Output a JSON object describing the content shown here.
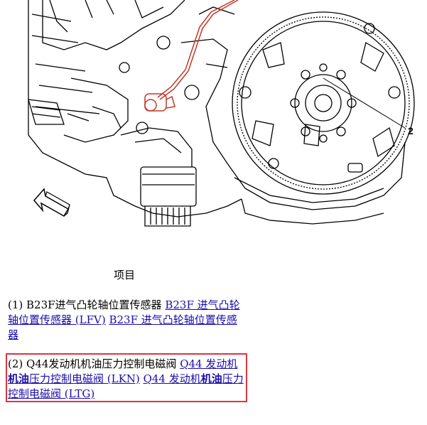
{
  "figure": {
    "callout_number": "2",
    "accent_color": "#c0392b"
  },
  "table": {
    "header": "项目",
    "items": [
      {
        "number": "(1)",
        "text": "B23F进气凸轮轴位置传感器",
        "links": [
          "B23F 进气凸轮轴位置传感器 (LFV)",
          "B23F 进气凸轮轴位置传感器"
        ]
      },
      {
        "number": "(2)",
        "text": "Q44发动机机油压力控制电磁阀",
        "link1_a": "Q44 发动机",
        "link1_b": "机油",
        "link1_c": "压力控制电磁阀 (LKN)",
        "link2_a": "Q44 发动机",
        "link2_b": "机油",
        "link2_c": "压力控制电磁阀 (LTG)",
        "highlight_color": "#d9363e"
      }
    ]
  }
}
